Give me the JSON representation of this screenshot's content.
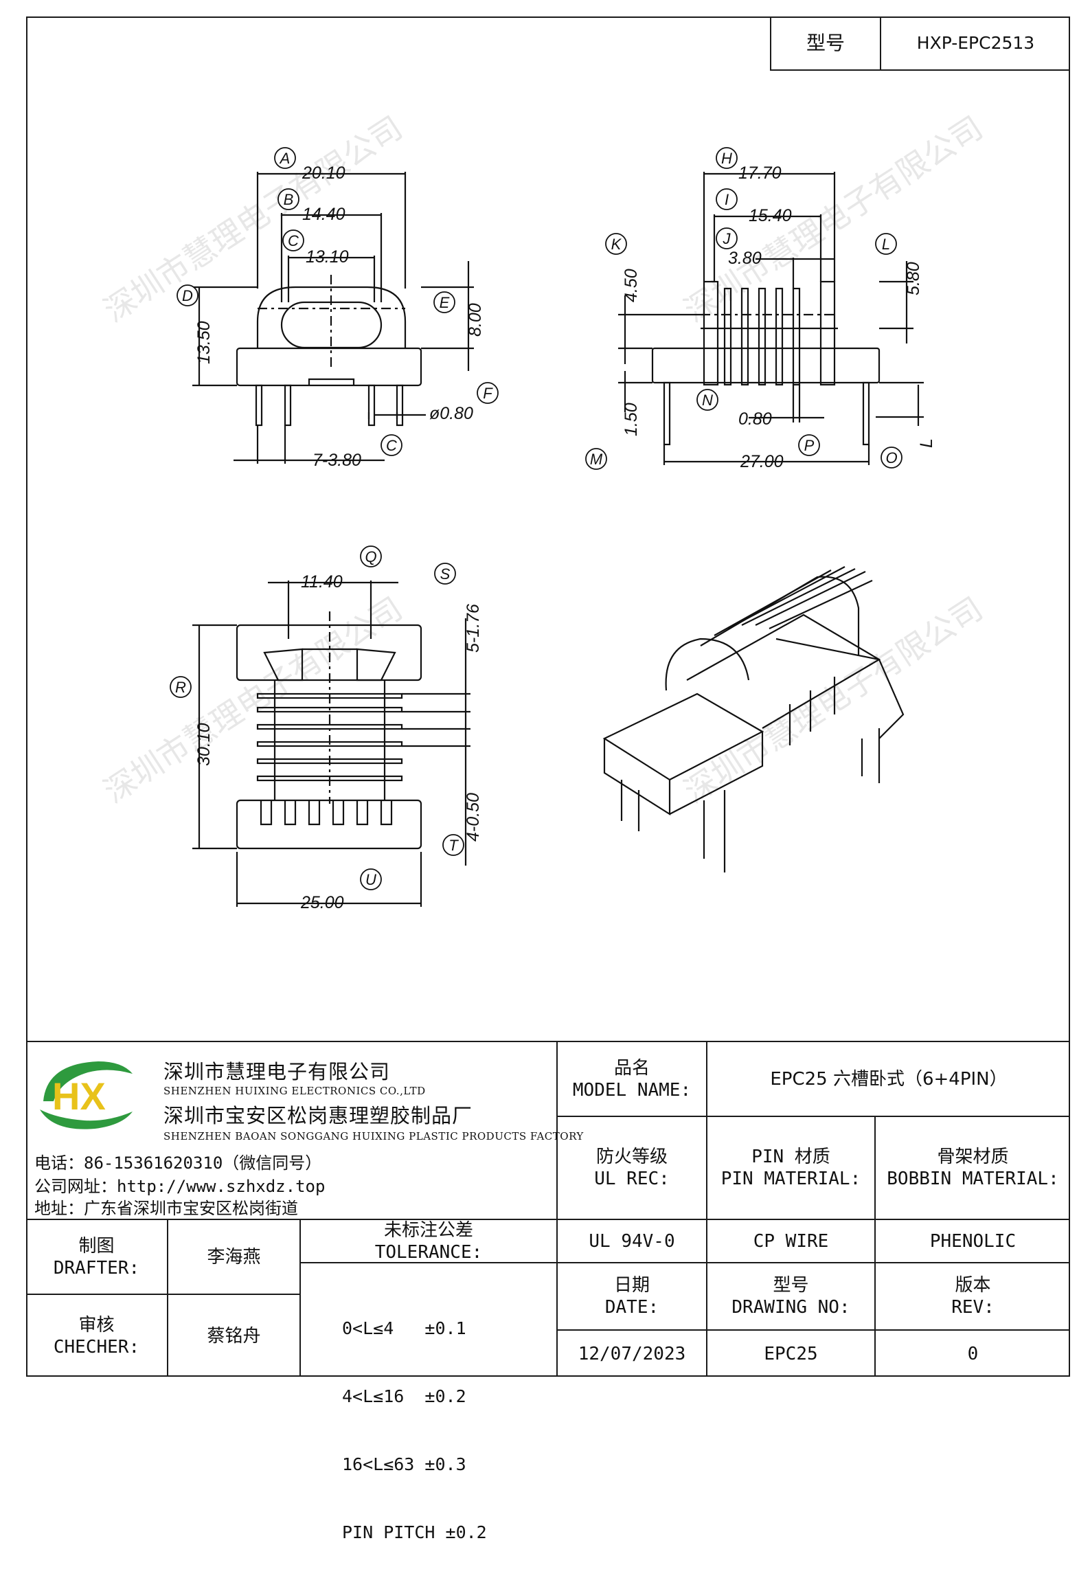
{
  "header": {
    "model_label": "型号",
    "model_value": "HXP-EPC2513"
  },
  "watermark": "深圳市慧理电子有限公司",
  "front_view": {
    "dims": {
      "a": "20.10",
      "b": "14.40",
      "c": "13.10",
      "d": "13.50",
      "e": "8.00",
      "f": "ø0.80",
      "pitch": "7-3.80"
    },
    "circles": [
      "A",
      "B",
      "C",
      "D",
      "E",
      "F",
      "C"
    ]
  },
  "side_view": {
    "dims": {
      "h": "17.70",
      "i": "15.40",
      "j": "3.80",
      "k": "4.50",
      "l": "5.80",
      "m": "1.50",
      "n": "0.80",
      "p": "27.00",
      "o": "L"
    },
    "circles": [
      "H",
      "I",
      "J",
      "K",
      "L",
      "M",
      "N",
      "O",
      "P"
    ]
  },
  "top_view": {
    "dims": {
      "q": "11.40",
      "r": "30.10",
      "s": "5-1.76",
      "t": "4-0.50",
      "u": "25.00"
    },
    "circles": [
      "Q",
      "R",
      "S",
      "T",
      "U"
    ]
  },
  "company": {
    "name_cn": "深圳市慧理电子有限公司",
    "name_en": "SHENZHEN HUIXING ELECTRONICS CO.,LTD",
    "factory_cn": "深圳市宝安区松岗惠理塑胶制品厂",
    "factory_en": "SHENZHEN BAOAN SONGGANG HUIXING PLASTIC PRODUCTS FACTORY",
    "phone": "电话：86-15361620310（微信同号）",
    "website": "公司网址：http://www.szhxdz.top",
    "address": "地址：广东省深圳市宝安区松岗街道",
    "logo_text": "HX",
    "colors": {
      "green": "#2e9a3e",
      "yellow": "#e8c21a",
      "blue": "#1e5aa8"
    }
  },
  "title_block": {
    "model_name_label_cn": "品名",
    "model_name_label_en": "MODEL NAME:",
    "model_name_value": "EPC25 六槽卧式（6+4PIN）",
    "ul_label_cn": "防火等级",
    "ul_label_en": "UL REC:",
    "pin_label_cn": "PIN 材质",
    "pin_label_en": "PIN MATERIAL:",
    "bobbin_label_cn": "骨架材质",
    "bobbin_label_en": "BOBBIN MATERIAL:",
    "ul_value": "UL 94V-0",
    "pin_value": "CP WIRE",
    "bobbin_value": "PHENOLIC",
    "drafter_cn": "制图",
    "drafter_en": "DRAFTER:",
    "drafter_name": "李海燕",
    "checker_cn": "审核",
    "checker_en": "CHECHER:",
    "checker_name": "蔡铭舟",
    "tolerance_cn": "未标注公差",
    "tolerance_en": "TOLERANCE:",
    "tolerance_lines": [
      "0<L≤4   ±0.1",
      "4<L≤16  ±0.2",
      "16<L≤63 ±0.3",
      "PIN PITCH ±0.2"
    ],
    "date_cn": "日期",
    "date_en": "DATE:",
    "date_value": "12/07/2023",
    "drawing_cn": "型号",
    "drawing_en": "DRAWING NO:",
    "drawing_value": "EPC25",
    "rev_cn": "版本",
    "rev_en": "REV:",
    "rev_value": "0"
  }
}
